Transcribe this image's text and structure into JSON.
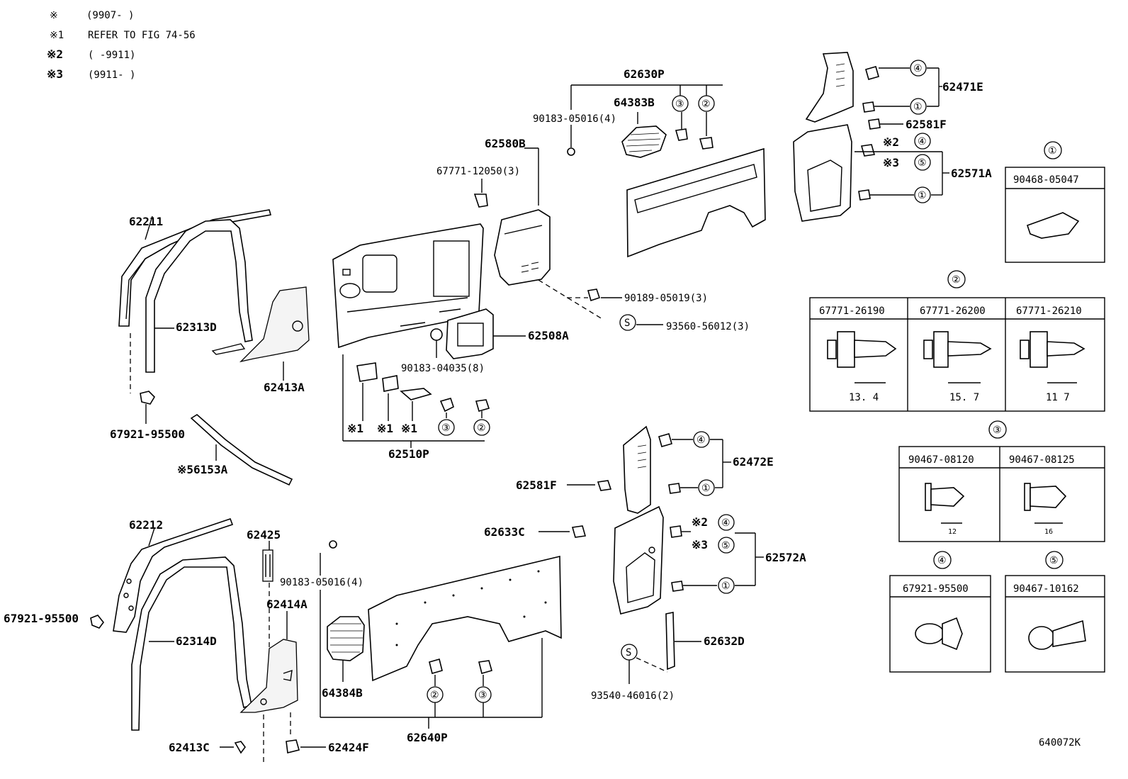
{
  "legend": [
    {
      "mark": "※",
      "text": "(9907-    )"
    },
    {
      "mark": "※1",
      "text": "REFER TO FIG 74-56"
    },
    {
      "mark": "※2",
      "text": "(    -9911)"
    },
    {
      "mark": "※3",
      "text": "(9911-    )"
    }
  ],
  "labels": {
    "p62211": "62211",
    "p62313D": "62313D",
    "p62413A": "62413A",
    "p67921_95500": "67921-95500",
    "p56153A": "※56153A",
    "p62212": "62212",
    "p62425": "62425",
    "p62414A": "62414A",
    "p62314D": "62314D",
    "p67921_95500b": "67921-95500",
    "p62413C": "62413C",
    "p62424F": "62424F",
    "p62580B": "62580B",
    "p67771_12050": "67771-12050(3)",
    "p62508A": "62508A",
    "p90183_04035": "90183-04035(8)",
    "p62510P": "62510P",
    "p90189_05019": "90189-05019(3)",
    "p93560_56012": "93560-56012(3)",
    "p62630P": "62630P",
    "p64383B": "64383B",
    "p90183_05016a": "90183-05016(4)",
    "p90183_05016b": "90183-05016(4)",
    "p64384B": "64384B",
    "p62640P": "62640P",
    "p62633C": "62633C",
    "p62581F_mid": "62581F",
    "p62472E": "62472E",
    "p62572A": "62572A",
    "p62632D": "62632D",
    "p93540_46016": "93540-46016(2)",
    "p62471E": "62471E",
    "p62581F_top": "62581F",
    "p62571A": "62571A",
    "fig_code": "640072K"
  },
  "markers": {
    "m1": "※1",
    "m1b": "※1",
    "m1c": "※1",
    "m2": "※2",
    "m3": "※3",
    "m2b": "※2",
    "m3b": "※3",
    "s": "S"
  },
  "ref_numbers": [
    "①",
    "②",
    "③",
    "④",
    "⑤"
  ],
  "ref_tables": {
    "t1": {
      "ref": "①",
      "parts": [
        "90468-05047"
      ]
    },
    "t2": {
      "ref": "②",
      "parts": [
        "67771-26190",
        "67771-26200",
        "67771-26210"
      ],
      "dims": [
        "13. 4",
        "15. 7",
        "11 7"
      ]
    },
    "t3": {
      "ref": "③",
      "parts": [
        "90467-08120",
        "90467-08125"
      ],
      "dims": [
        "12",
        "16"
      ]
    },
    "t4": {
      "ref": "④",
      "parts": [
        "67921-95500"
      ]
    },
    "t5": {
      "ref": "⑤",
      "parts": [
        "90467-10162"
      ]
    }
  }
}
